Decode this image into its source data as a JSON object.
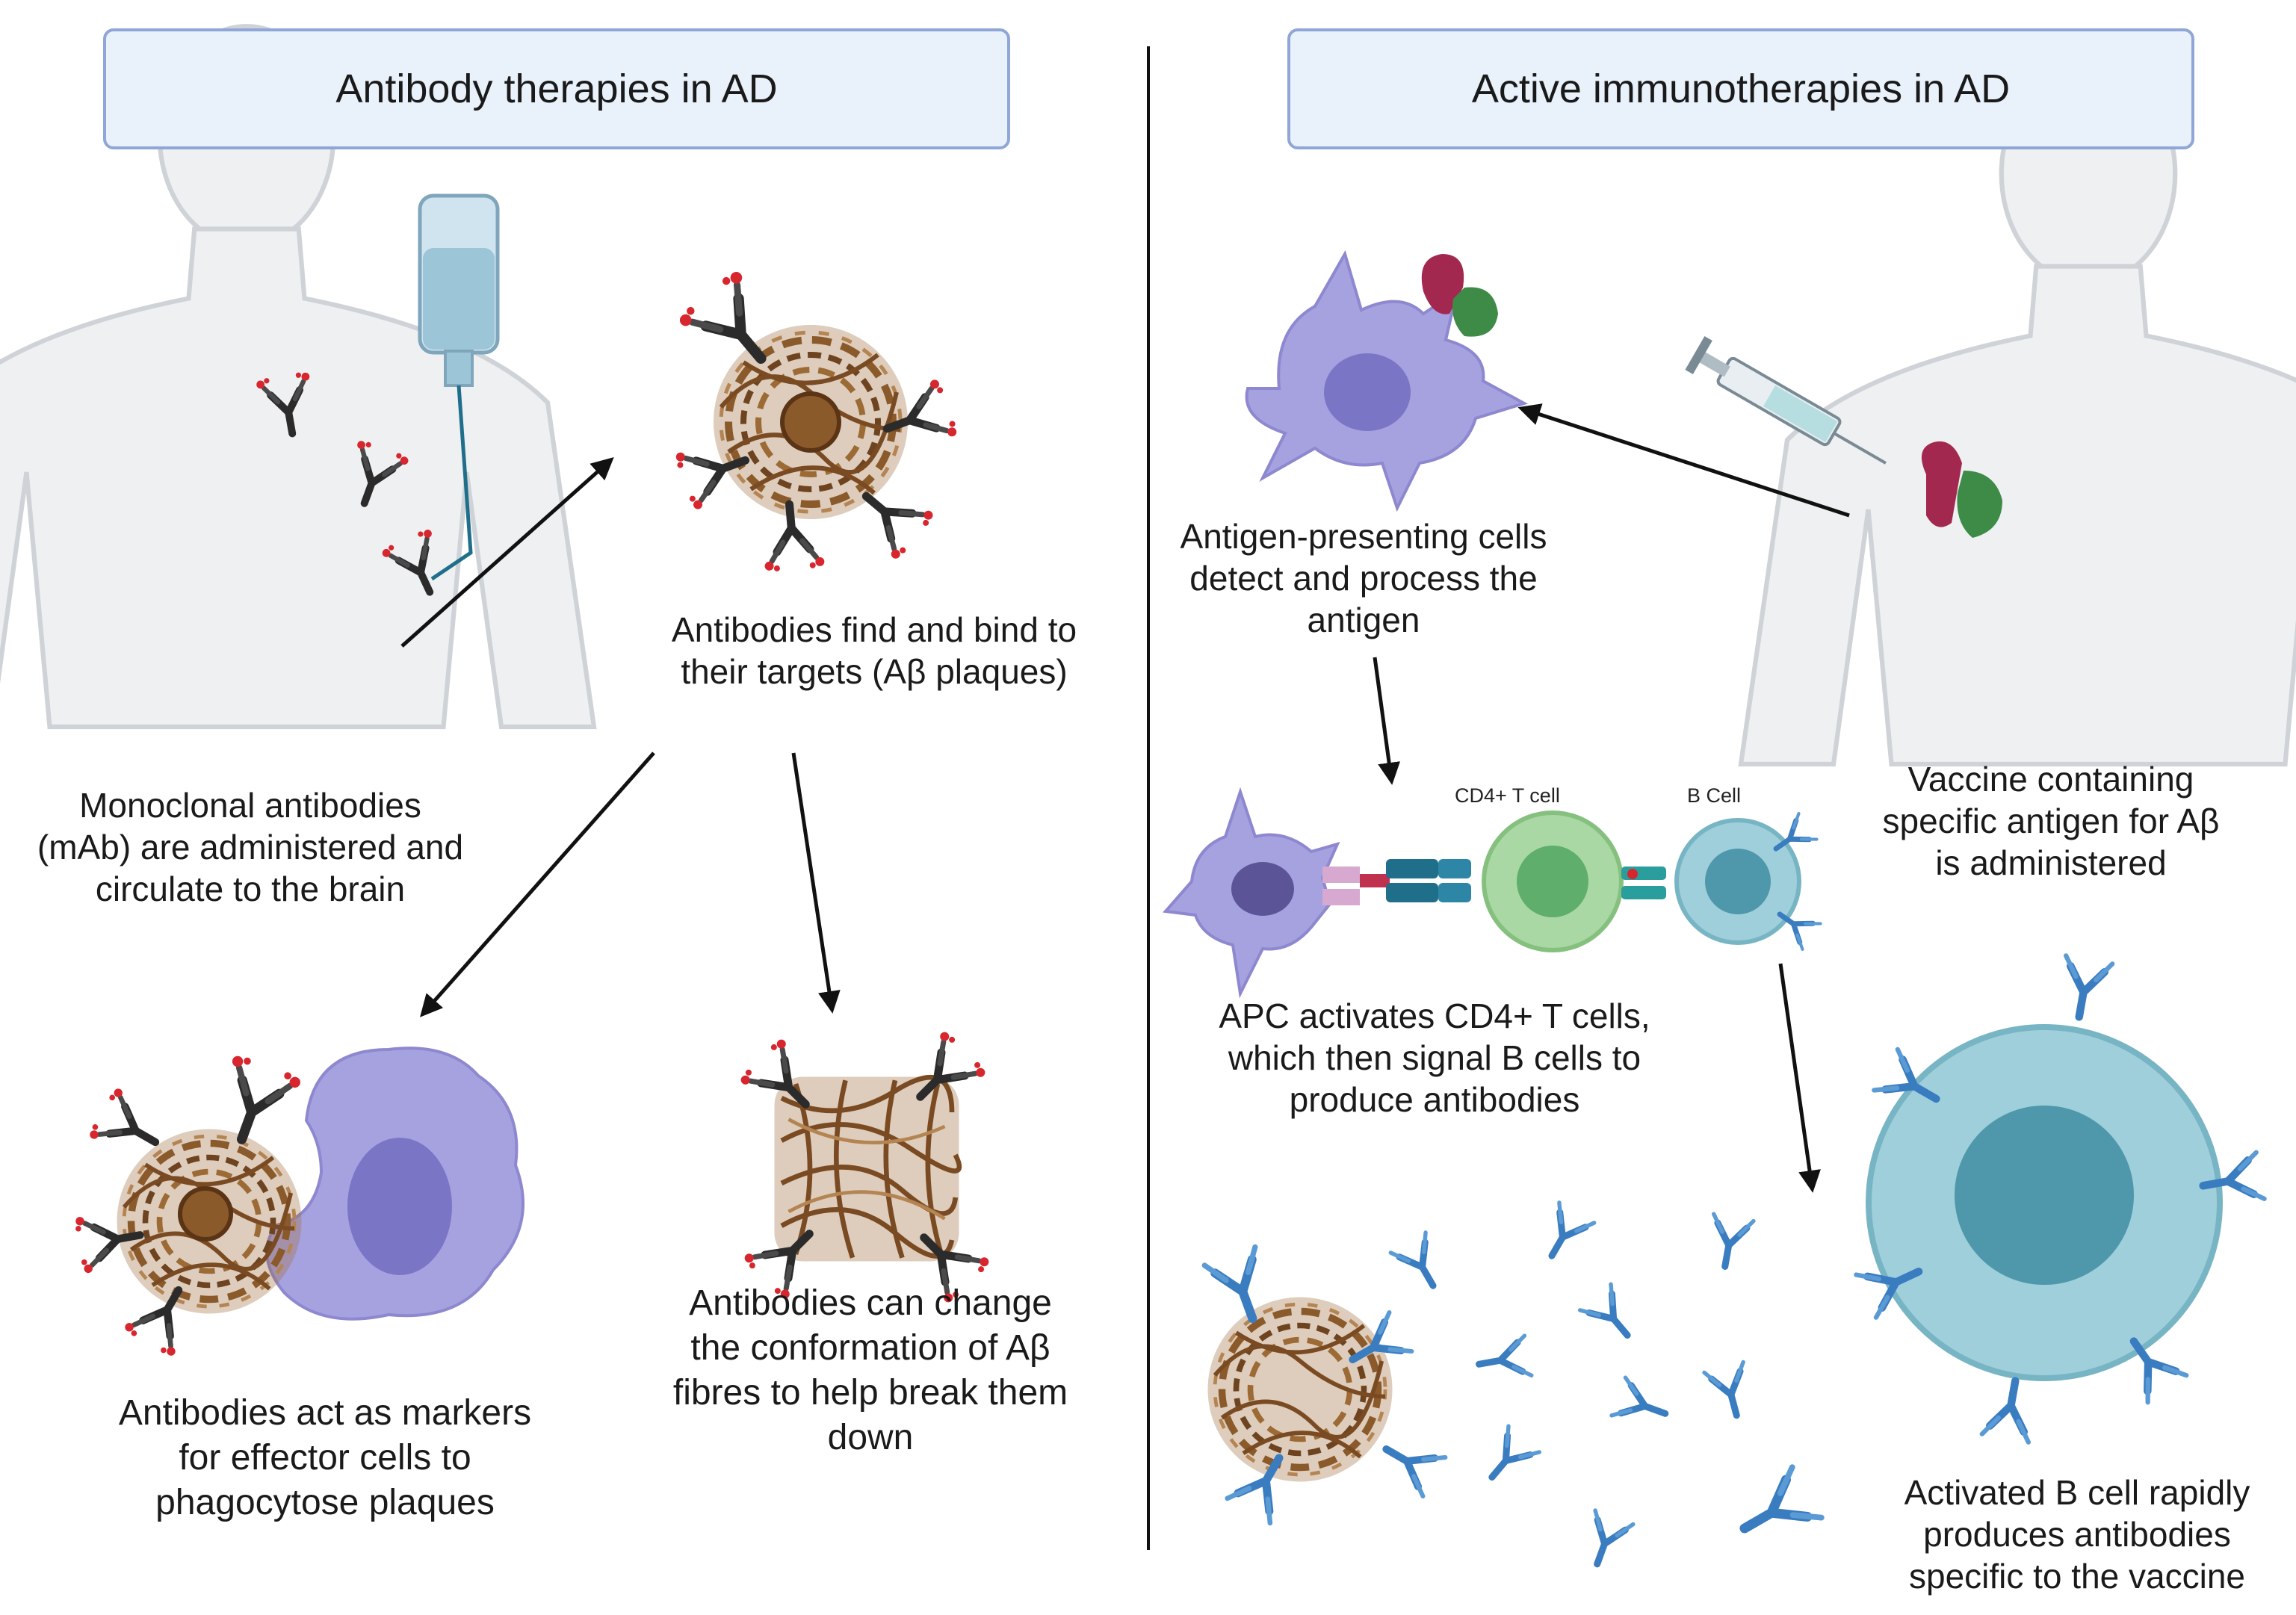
{
  "left_panel": {
    "title": "Antibody therapies in AD",
    "captions": {
      "administered": "Monoclonal antibodies\n(mAb) are administered and\ncirculate to the brain",
      "bind": "Antibodies find and bind to\ntheir targets (Aβ plaques)",
      "markers": "Antibodies act as markers\nfor effector cells to\nphagocytose plaques",
      "conformation": "Antibodies can change\nthe conformation of Aβ\nfibres to help break them\ndown"
    }
  },
  "right_panel": {
    "title": "Active immunotherapies in AD",
    "captions": {
      "apc": "Antigen-presenting cells\ndetect and process the\nantigen",
      "vaccine": "Vaccine containing\nspecific antigen for Aβ\nis administered",
      "activates": "APC activates CD4+ T cells,\nwhich then signal B cells to\nproduce antibodies",
      "bcell": "Activated B cell rapidly\nproduces antibodies\nspecific to the vaccine"
    },
    "labels": {
      "tcell": "CD4+ T cell",
      "bcell": "B Cell"
    }
  },
  "colors": {
    "title_border": "#8fa6d6",
    "title_fill": "#e9f1fb",
    "antibody_dark": "#2b2b2b",
    "antibody_blue": "#3a7cc0",
    "plaque": "#8b5a2b",
    "red_dot": "#d7262d",
    "apc": "#a6a2e0",
    "tcell": "#a9d8a4",
    "bcell": "#9fcfda",
    "antigen_red": "#a3284f",
    "antigen_green": "#3e8a47"
  }
}
